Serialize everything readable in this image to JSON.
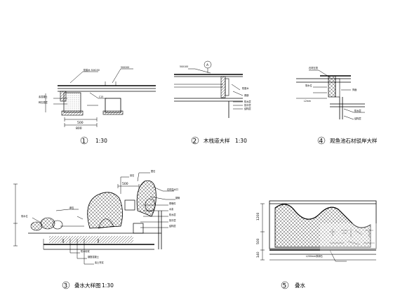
{
  "sheet": {
    "details": [
      {
        "number": "1",
        "scale": "1:30",
        "title": ""
      },
      {
        "number": "2",
        "scale": "1:30",
        "title": "木栈道大样"
      },
      {
        "number": "4",
        "scale": "",
        "title": "观鱼池石材驳岸大样"
      },
      {
        "number": "3",
        "scale": "1:30",
        "title": "叠水大样图"
      },
      {
        "number": "5",
        "scale": "",
        "title": "叠水"
      }
    ],
    "dims": {
      "d1_total": "800",
      "d1_part": "500",
      "d3_top": "500",
      "d5_top": "1200",
      "d5_mid": "500",
      "d5_bot": "140"
    },
    "notes": {
      "d5_label": "L200mm厚卵石"
    },
    "callouts": {
      "d2_marker": "A"
    }
  },
  "colors": {
    "line": "#000000",
    "background": "#ffffff"
  }
}
